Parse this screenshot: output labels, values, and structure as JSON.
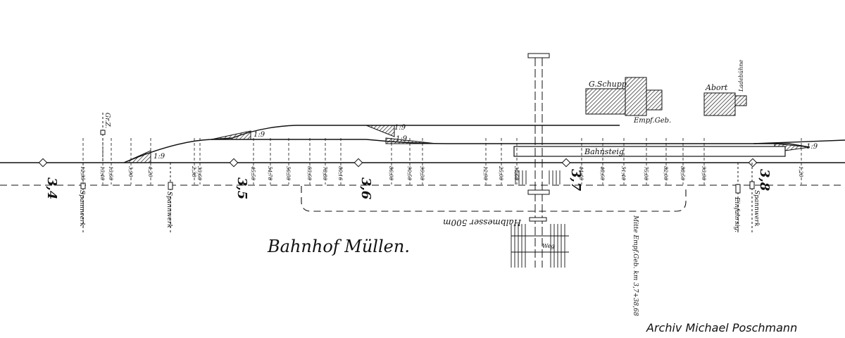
{
  "title": "Bahnhof Müllen.",
  "credit": "Archiv Michael Poschmann",
  "km_markers": [
    "3,4",
    "3,5",
    "3,6",
    "3,7",
    "3,8"
  ],
  "buildings": {
    "goods_shed": "G.Schupp.",
    "reception": "Empf.Geb.",
    "toilet": "Abort",
    "platform": "Bahnsteig",
    "loading": "Ladebühne"
  },
  "gradients": [
    "1:9",
    "1:9",
    "1:9",
    "1:9",
    "1:9"
  ],
  "curve_note": "Halbmesser 500m",
  "center_note": "Mitte Empf.Geb. km 3,7+38,68",
  "road": "Weg",
  "signal_labels": [
    "Spannwerk",
    "Spannwerk",
    "Spannwerk",
    "Einfahrsig.",
    "Gr.Z."
  ],
  "chainages": [
    "12,35",
    "13,40",
    "13,60",
    "3,90",
    "4,20",
    "2,38",
    "33,60",
    "45,50",
    "54,78",
    "56,30",
    "63,60",
    "78,80",
    "80,16",
    "86,00",
    "90,50",
    "99,30",
    "12,90",
    "25,00",
    "38,68",
    "44,40",
    "48,60",
    "51,40",
    "75,00",
    "82,00",
    "88,50",
    "93,90",
    "1,20"
  ]
}
